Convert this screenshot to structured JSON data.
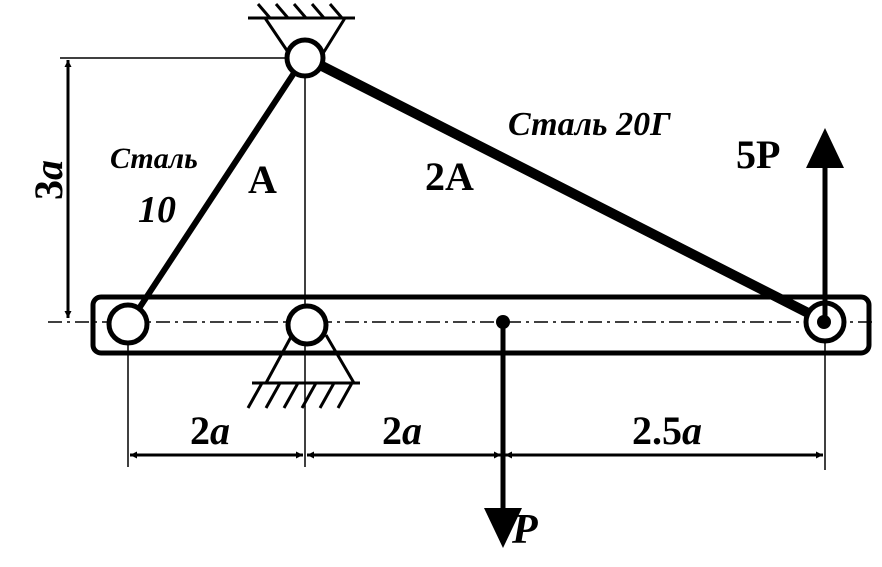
{
  "labels": {
    "left_rod_material_1": "Сталь",
    "left_rod_material_2": "10",
    "left_rod_area": "A",
    "right_rod_material": "Сталь 20Г",
    "right_rod_area": "2A",
    "force_up": "5P",
    "force_down": "P",
    "height_dim_num": "3",
    "height_dim_var": "a",
    "dim_1_num": "2",
    "dim_1_var": "a",
    "dim_2_num": "2",
    "dim_2_var": "a",
    "dim_3_num": "2.5",
    "dim_3_var": "a"
  },
  "colors": {
    "ink": "#000000",
    "background": "#ffffff"
  }
}
